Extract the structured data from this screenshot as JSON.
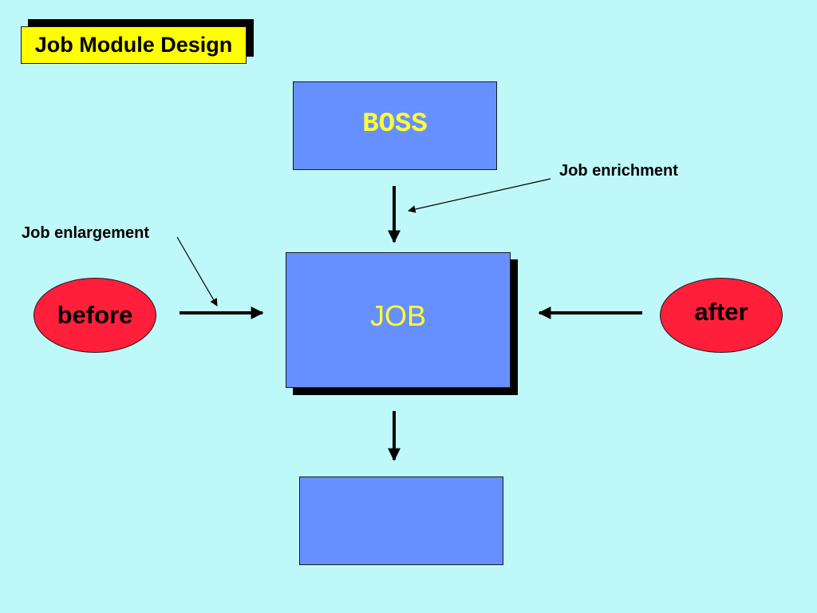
{
  "title": "Job Module Design",
  "nodes": {
    "boss": "BOSS",
    "job": "JOB",
    "bottom": "",
    "before": "before",
    "after": "after"
  },
  "annotations": {
    "enrichment": "Job enrichment",
    "enlargement": "Job enlargement"
  },
  "colors": {
    "background": "#bff8f8",
    "title_box": "#ffff00",
    "box_fill": "#6690ff",
    "box_text": "#ffff33",
    "ellipse_fill": "#ff1f3a"
  }
}
